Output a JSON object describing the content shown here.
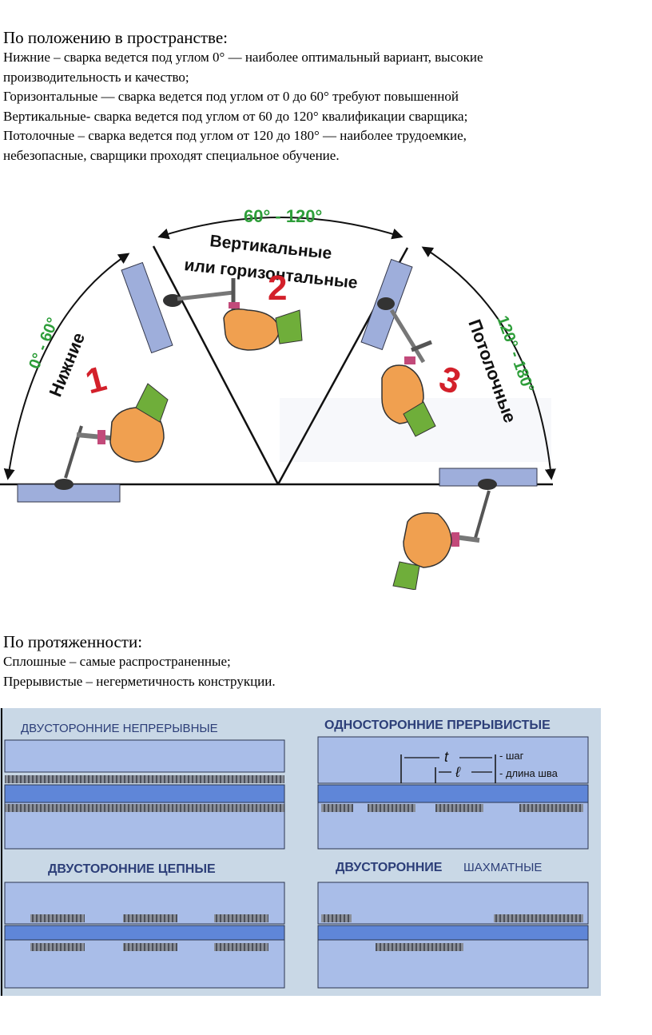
{
  "section1": {
    "heading": "По положению в пространстве:",
    "lines": [
      "Нижние – сварка ведется под углом 0° — наиболее оптимальный вариант, высокие",
      "производительность и качество;",
      "Горизонтальные — сварка ведется под углом от 0 до 60° требуют повышенной",
      "Вертикальные- сварка ведется под углом от 60 до 120° квалификации сварщика;",
      "Потолочные – сварка ведется под углом от 120 до 180° — наиболее трудоемкие,",
      "небезопасные, сварщики проходят специальное обучение."
    ]
  },
  "figure1": {
    "range_1": "0° - 60°",
    "label_1": "Нижние",
    "number_1": "1",
    "range_2": "60° - 120°",
    "label_2a": "Вертикальные",
    "label_2b": "или горизонтальные",
    "number_2": "2",
    "range_3": "120° - 180°",
    "label_3": "Потолочные",
    "number_3": "3",
    "colors": {
      "green": "#2e9e3a",
      "red": "#d3202a",
      "plate": "#9eaedb",
      "hand": "#f0a050",
      "sleeve": "#6fae3a"
    }
  },
  "section2": {
    "heading": "По протяженности:",
    "lines": [
      "Сплошные – самые распространенные;",
      "Прерывистые – негерметичность конструкции."
    ]
  },
  "figure2": {
    "panel_1_title": "ДВУСТОРОННИЕ НЕПРЕРЫВНЫЕ",
    "panel_2_title": "ОДНОСТОРОННИЕ ПРЕРЫВИСТЫЕ",
    "panel_3_title": "ДВУСТОРОННИЕ ЦЕПНЫЕ",
    "panel_4_title_a": "ДВУСТОРОННИЕ",
    "panel_4_title_b": "ШАХМАТНЫЕ",
    "t_symbol": "t",
    "l_symbol": "ℓ",
    "step_label": "- шаг",
    "length_label": "- длина шва",
    "colors": {
      "background": "#c9d8e6",
      "plate": "#a9bde8",
      "weld": "#6a6f7a",
      "title": "#2c3e78"
    }
  }
}
